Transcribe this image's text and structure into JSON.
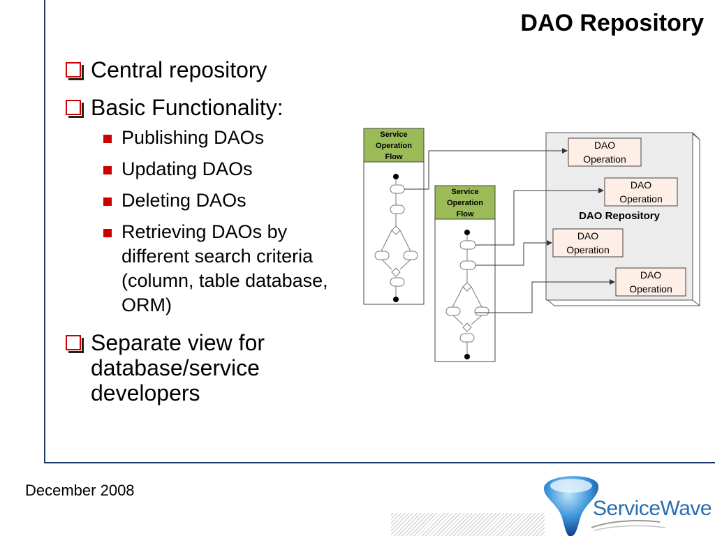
{
  "slide": {
    "title": "DAO Repository",
    "footer_date": "December 2008"
  },
  "bullets": [
    {
      "text": "Central repository"
    },
    {
      "text": "Basic Functionality:",
      "sub": [
        "Publishing DAOs",
        "Updating DAOs",
        "Deleting DAOs",
        "Retrieving DAOs by different search criteria (column, table database, ORM)"
      ]
    },
    {
      "text": "Separate view for database/service developers"
    }
  ],
  "diagram": {
    "flow_label": "Service Operation Flow",
    "flow_label_lines": [
      "Service",
      "Operation",
      "Flow"
    ],
    "repository_label": "DAO Repository",
    "operation_lines": [
      "DAO",
      "Operation"
    ],
    "colors": {
      "flow_header": "#9bbb59",
      "operation_box": "#fdeee6",
      "repository_fill": "#ececec",
      "logo_blue": "#2a6db3"
    }
  },
  "logo": {
    "text": "ServiceWave"
  }
}
